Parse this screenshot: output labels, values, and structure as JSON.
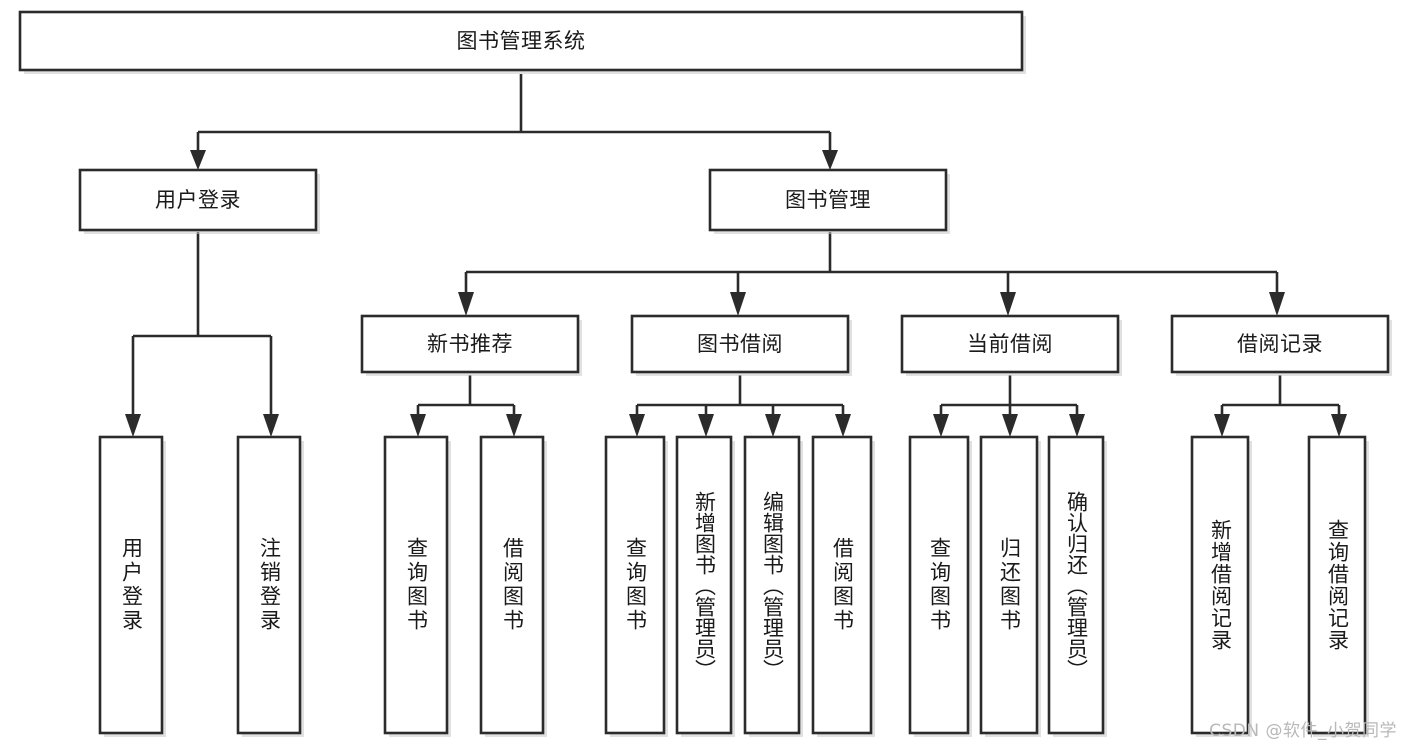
{
  "diagram": {
    "title": "图书管理系统",
    "type": "tree",
    "orientation": "top-down",
    "colors": {
      "box_stroke": "#2b2b2b",
      "box_fill": "#ffffff",
      "connector": "#2b2b2b",
      "text": "#1a1a1a",
      "watermark": "#b8b8b8",
      "background": "#ffffff"
    },
    "root": {
      "label": "图书管理系统",
      "orientation": "horizontal"
    },
    "level2": [
      {
        "label": "用户登录",
        "orientation": "horizontal"
      },
      {
        "label": "图书管理",
        "orientation": "horizontal"
      }
    ],
    "level3": [
      {
        "label": "新书推荐",
        "orientation": "horizontal",
        "parent": "图书管理"
      },
      {
        "label": "图书借阅",
        "orientation": "horizontal",
        "parent": "图书管理"
      },
      {
        "label": "当前借阅",
        "orientation": "horizontal",
        "parent": "图书管理"
      },
      {
        "label": "借阅记录",
        "orientation": "horizontal",
        "parent": "图书管理"
      }
    ],
    "leaves": {
      "用户登录": [
        {
          "label": "用户登录",
          "orientation": "vertical"
        },
        {
          "label": "注销登录",
          "orientation": "vertical"
        }
      ],
      "新书推荐": [
        {
          "label": "查询图书",
          "orientation": "vertical"
        },
        {
          "label": "借阅图书",
          "orientation": "vertical"
        }
      ],
      "图书借阅": [
        {
          "label": "查询图书",
          "orientation": "vertical"
        },
        {
          "label": "新增图书（管理员）",
          "orientation": "vertical"
        },
        {
          "label": "编辑图书（管理员）",
          "orientation": "vertical"
        },
        {
          "label": "借阅图书",
          "orientation": "vertical"
        }
      ],
      "当前借阅": [
        {
          "label": "查询图书",
          "orientation": "vertical"
        },
        {
          "label": "归还图书",
          "orientation": "vertical"
        },
        {
          "label": "确认归还（管理员）",
          "orientation": "vertical"
        }
      ],
      "借阅记录": [
        {
          "label": "新增借阅记录",
          "orientation": "vertical"
        },
        {
          "label": "查询借阅记录",
          "orientation": "vertical"
        }
      ]
    }
  },
  "watermark": {
    "text": "CSDN @软件_小贺同学"
  }
}
